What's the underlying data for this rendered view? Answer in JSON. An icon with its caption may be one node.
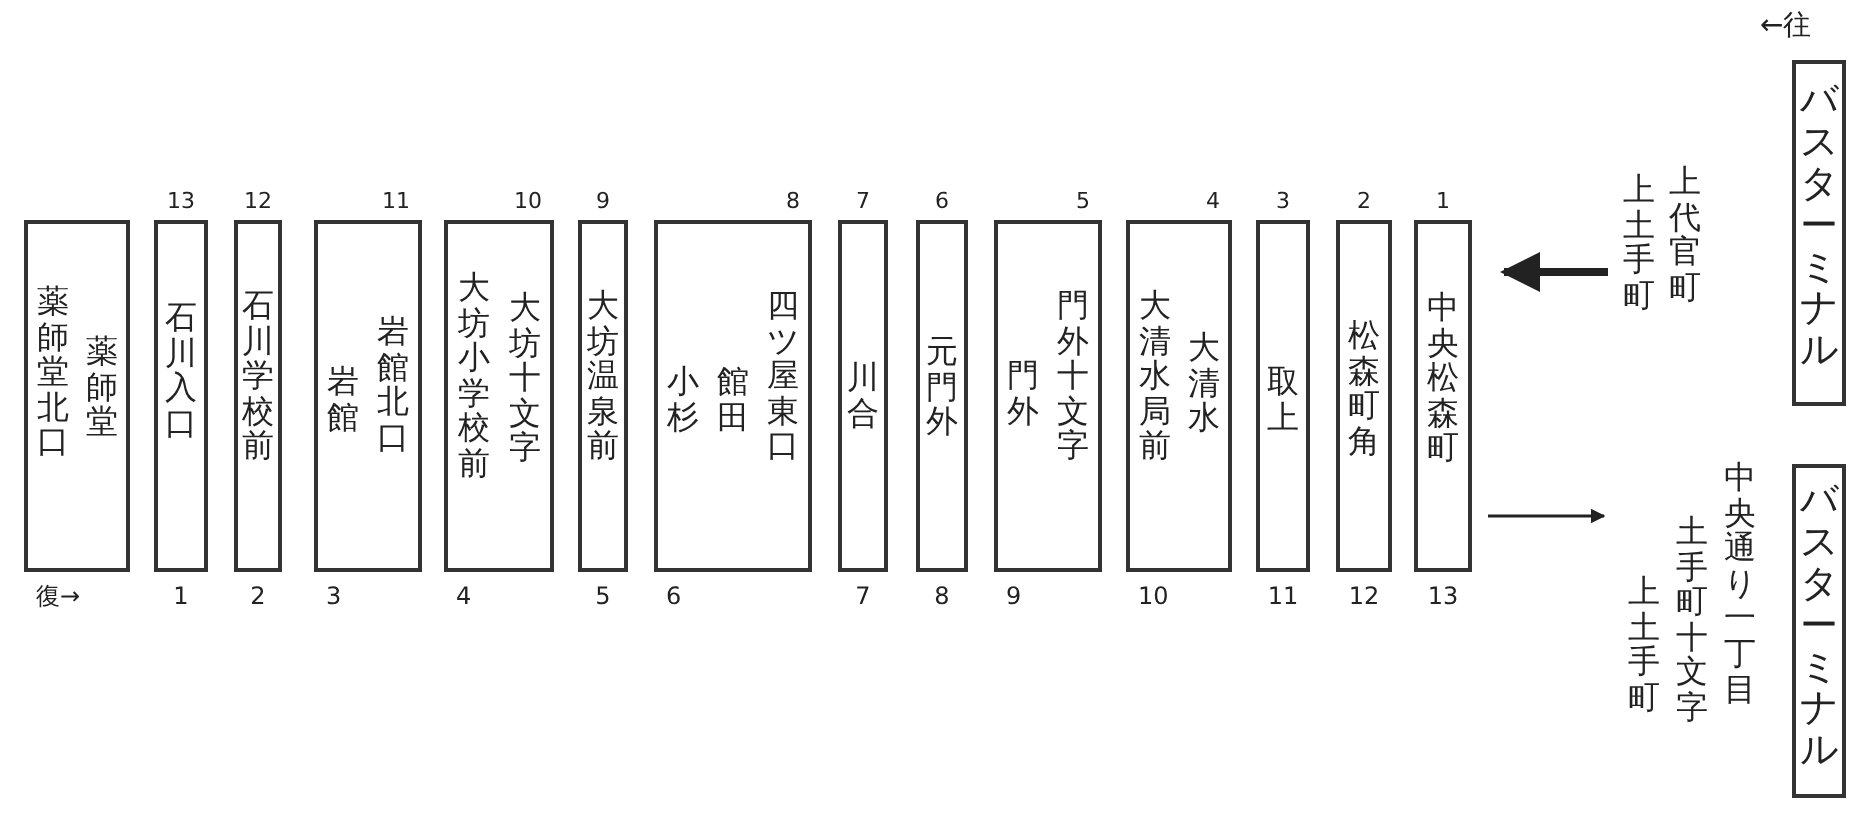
{
  "diagram": {
    "nodes": [
      {
        "text": [
          "薬師堂北口",
          "薬師堂"
        ],
        "beside": [
          "復→"
        ]
      },
      {
        "text": [
          "石川入口"
        ],
        "beside": [
          "13",
          "1"
        ]
      },
      {
        "text": [
          "石川学校前"
        ],
        "beside": [
          "12",
          "2"
        ]
      },
      {
        "text": [
          "岩館",
          "岩館北口"
        ],
        "beside": [
          "11",
          "3"
        ]
      },
      {
        "text": [
          "大坊小学校前",
          "大坊十文字"
        ],
        "beside": [
          "10",
          "4"
        ]
      },
      {
        "text": [
          "大坊温泉前"
        ],
        "beside": [
          "9",
          "5"
        ]
      },
      {
        "text": [
          "小杉",
          "館田",
          "四ツ屋東口"
        ],
        "beside": [
          "8",
          "6"
        ]
      },
      {
        "text": [
          "川合"
        ],
        "beside": [
          "7",
          "7"
        ]
      },
      {
        "text": [
          "元門外"
        ],
        "beside": [
          "6",
          "8"
        ]
      },
      {
        "text": [
          "門外",
          "門外十文字"
        ],
        "beside": [
          "5",
          "9"
        ]
      },
      {
        "text": [
          "大清水局前",
          "大清水"
        ],
        "beside": [
          "4",
          "10"
        ]
      },
      {
        "text": [
          "取上"
        ],
        "beside": [
          "3",
          "11"
        ]
      },
      {
        "text": [
          "松森町角"
        ],
        "beside": [
          "2",
          "12"
        ]
      },
      {
        "text": [
          "中央松森町"
        ],
        "beside": [
          "1",
          "13"
        ]
      },
      {
        "text": [
          "上土手町",
          "上代官町"
        ]
      },
      {
        "text": [
          "上土手町",
          "土手町十文字",
          "中央通り一丁目"
        ]
      },
      {
        "text": [
          "バスターミナル"
        ]
      },
      {
        "text": [
          "バスターミナル"
        ]
      }
    ],
    "edges": [
      {
        "from": 14,
        "to": 13,
        "arrow": "to",
        "style": "thick"
      },
      {
        "from": 13,
        "to": 15,
        "arrow": "to"
      }
    ],
    "labels": [
      "←往"
    ]
  }
}
